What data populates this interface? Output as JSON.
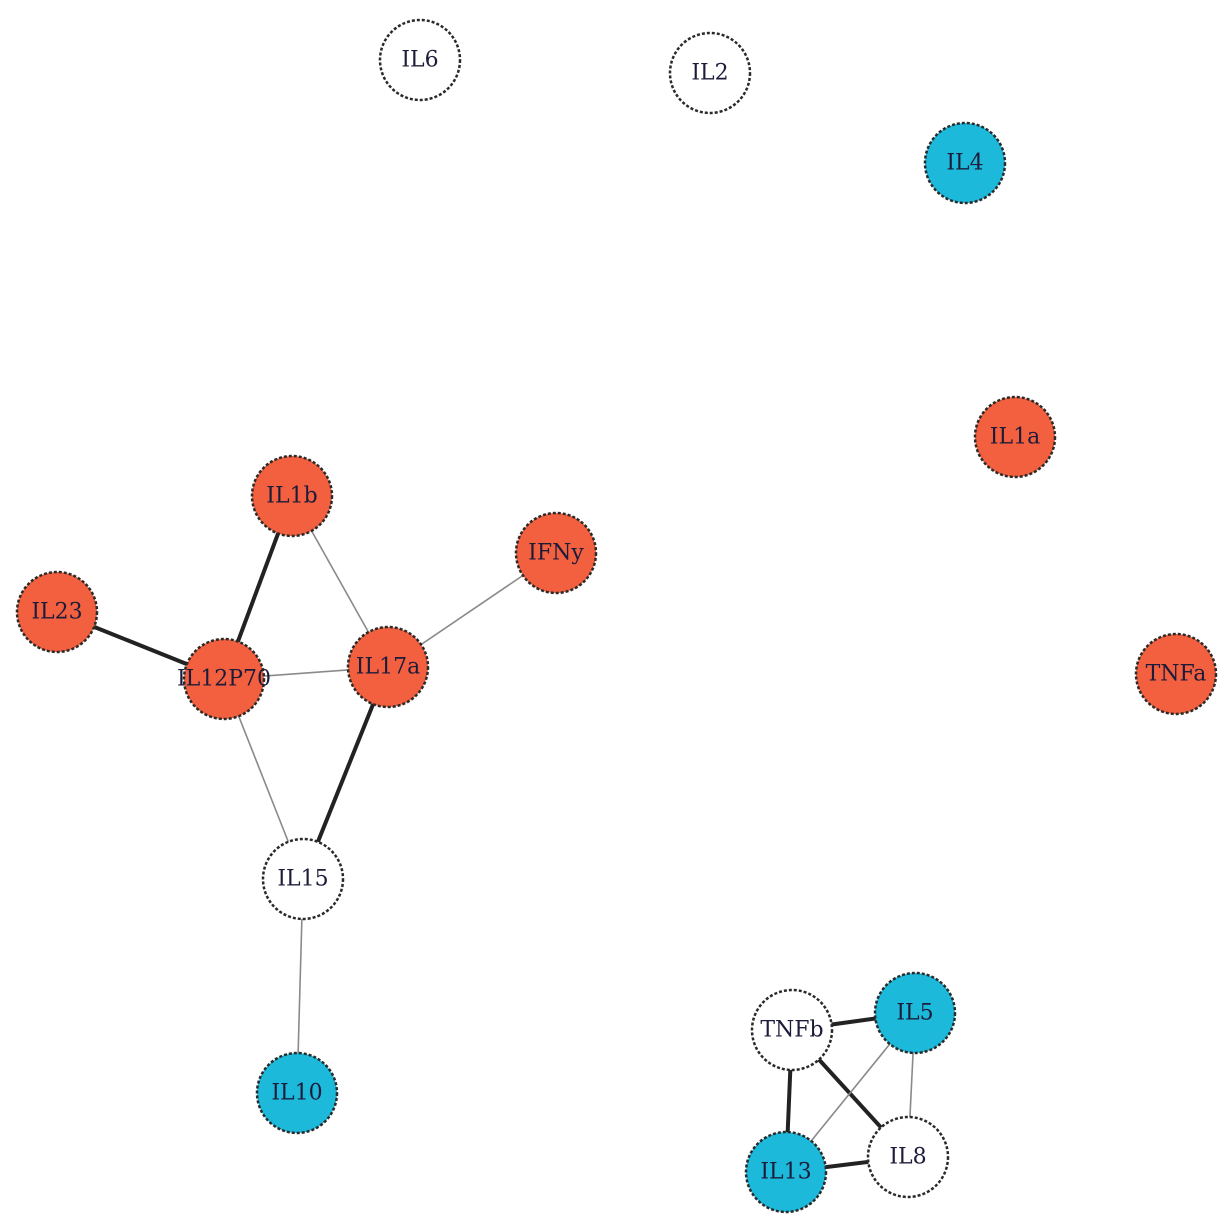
{
  "colors": {
    "red": "#f2603f",
    "blue": "#1cb9da",
    "white": "#ffffff",
    "edge": "#222222",
    "edge_thin": "#8a8a8a"
  },
  "nodes": [
    {
      "id": "IL6",
      "label": "IL6",
      "color": "white"
    },
    {
      "id": "IL2",
      "label": "IL2",
      "color": "white"
    },
    {
      "id": "IL4",
      "label": "IL4",
      "color": "blue"
    },
    {
      "id": "IL1a",
      "label": "IL1a",
      "color": "red"
    },
    {
      "id": "IL1b",
      "label": "IL1b",
      "color": "red"
    },
    {
      "id": "IFNy",
      "label": "IFNy",
      "color": "red"
    },
    {
      "id": "IL23",
      "label": "IL23",
      "color": "red"
    },
    {
      "id": "IL12P70",
      "label": "IL12P70",
      "color": "red"
    },
    {
      "id": "IL17a",
      "label": "IL17a",
      "color": "red"
    },
    {
      "id": "TNFa",
      "label": "TNFa",
      "color": "red"
    },
    {
      "id": "IL15",
      "label": "IL15",
      "color": "white"
    },
    {
      "id": "IL10",
      "label": "IL10",
      "color": "blue"
    },
    {
      "id": "TNFb",
      "label": "TNFb",
      "color": "white"
    },
    {
      "id": "IL5",
      "label": "IL5",
      "color": "blue"
    },
    {
      "id": "IL13",
      "label": "IL13",
      "color": "blue"
    },
    {
      "id": "IL8",
      "label": "IL8",
      "color": "white"
    }
  ],
  "edges": [
    {
      "source": "IL1b",
      "target": "IL12P70",
      "weight": "strong"
    },
    {
      "source": "IL1b",
      "target": "IL17a",
      "weight": "weak"
    },
    {
      "source": "IL23",
      "target": "IL12P70",
      "weight": "strong"
    },
    {
      "source": "IL12P70",
      "target": "IL17a",
      "weight": "weak"
    },
    {
      "source": "IFNy",
      "target": "IL17a",
      "weight": "weak"
    },
    {
      "source": "IL15",
      "target": "IL12P70",
      "weight": "weak"
    },
    {
      "source": "IL15",
      "target": "IL17a",
      "weight": "strong"
    },
    {
      "source": "IL15",
      "target": "IL10",
      "weight": "weak"
    },
    {
      "source": "TNFb",
      "target": "IL5",
      "weight": "strong"
    },
    {
      "source": "TNFb",
      "target": "IL13",
      "weight": "strong"
    },
    {
      "source": "TNFb",
      "target": "IL8",
      "weight": "strong"
    },
    {
      "source": "IL13",
      "target": "IL8",
      "weight": "strong"
    },
    {
      "source": "IL13",
      "target": "IL5",
      "weight": "weak"
    },
    {
      "source": "IL5",
      "target": "IL8",
      "weight": "weak"
    }
  ]
}
